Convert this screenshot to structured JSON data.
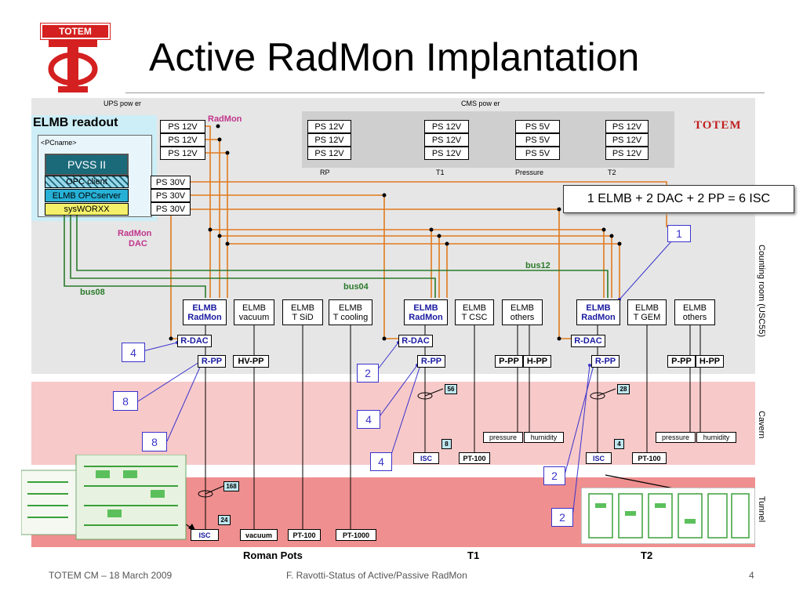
{
  "slide": {
    "title": "Active RadMon Implantation",
    "logo_text": "TOTEM",
    "totem_mark": "TOTEM",
    "page_number": "4",
    "footer_left": "TOTEM CM – 18 March 2009",
    "footer_center": "F. Ravotti-Status of Active/Passive RadMon"
  },
  "power": {
    "ups_label": "UPS pow er",
    "cms_label": "CMS pow er",
    "radmon_label": "RadMon",
    "ups_ps12": [
      "PS 12V",
      "PS 12V",
      "PS 12V"
    ],
    "ps30": [
      "PS 30V",
      "PS 30V",
      "PS 30V"
    ],
    "rp": [
      "PS 12V",
      "PS 12V",
      "PS 12V"
    ],
    "t1": [
      "PS 12V",
      "PS 12V",
      "PS 12V"
    ],
    "pressure": [
      "PS 5V",
      "PS 5V",
      "PS 5V"
    ],
    "t2": [
      "PS 12V",
      "PS 12V",
      "PS 12V"
    ],
    "group_labels": [
      "RP",
      "T1",
      "Pressure",
      "T2"
    ]
  },
  "elmb_readout": {
    "title": "ELMB readout",
    "pcname": "<PCname>",
    "pvss": "PVSS II",
    "opc_client": "OPC client",
    "opc_server": "ELMB OPCserver",
    "sysworxx": "sysWORXX"
  },
  "formula": "1 ELMB + 2 DAC + 2 PP = 6 ISC",
  "labels": {
    "radmon_dac_1": "RadMon",
    "radmon_dac_2": "DAC",
    "bus12": "bus12",
    "bus04": "bus04",
    "bus08": "bus08"
  },
  "zones": {
    "counting": "Counting room (USC55)",
    "cavern": "Cavern",
    "tunnel": "Tunnel"
  },
  "elmbs": {
    "rp_radmon": [
      "ELMB",
      "RadMon"
    ],
    "rp_vacuum": [
      "ELMB",
      "vacuum"
    ],
    "rp_tsid": [
      "ELMB",
      "T SiD"
    ],
    "rp_tcool": [
      "ELMB",
      "T cooling"
    ],
    "t1_radmon": [
      "ELMB",
      "RadMon"
    ],
    "t1_tcsc": [
      "ELMB",
      "T CSC"
    ],
    "t1_others": [
      "ELMB",
      "others"
    ],
    "t2_radmon": [
      "ELMB",
      "RadMon"
    ],
    "t2_tgem": [
      "ELMB",
      "T GEM"
    ],
    "t2_others": [
      "ELMB",
      "others"
    ]
  },
  "modules": {
    "rdac": "R-DAC",
    "rpp": "R-PP",
    "hvpp": "HV-PP",
    "ppp": "P-PP",
    "hpp": "H-PP",
    "isc": "ISC",
    "pt100": "PT-100",
    "pt1000": "PT-1000",
    "vacuum": "vacuum",
    "pressure": "pressure",
    "humidity": "humidity"
  },
  "cables": [
    "168",
    "24",
    "56",
    "8",
    "28",
    "4"
  ],
  "counts": [
    "1",
    "4",
    "8",
    "8",
    "2",
    "4",
    "4",
    "2",
    "2"
  ],
  "bottom_labels": [
    "Roman Pots",
    "T1",
    "T2"
  ],
  "colors": {
    "wire_orange": "#e07a1f",
    "wire_green": "#2a7a2a",
    "annot_blue": "#3a33cc",
    "counting_bg": "#e6e6e6",
    "cavern_bg": "#f7c9c9",
    "tunnel_bg": "#ef8f8f",
    "logo_red": "#d42020"
  }
}
